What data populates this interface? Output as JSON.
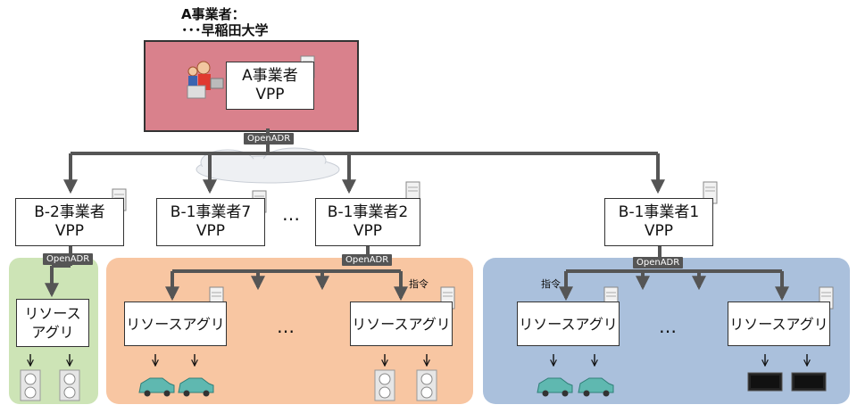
{
  "top": {
    "caption_line1": "A事業者：",
    "caption_line2": "･･･早稲田大学",
    "box_line1": "A事業者",
    "box_line2": "VPP"
  },
  "protocol_label": "OpenADR",
  "aggregators": [
    {
      "line1": "B-2事業者",
      "line2": "VPP"
    },
    {
      "line1": "B-1事業者7",
      "line2": "VPP"
    },
    {
      "line1": "B-1事業者2",
      "line2": "VPP"
    },
    {
      "line1": "B-1事業者1",
      "line2": "VPP"
    }
  ],
  "ellipsis": "…",
  "instruction_label": "指令",
  "resource_aggregator": {
    "single_line": "リソースアグリ",
    "split_line1": "リソース",
    "split_line2": "アグリ"
  },
  "colors": {
    "top_fill": "#d9818c",
    "green_fill": "#cde4b6",
    "orange_fill": "#f8c6a2",
    "blue_fill": "#aac0dc",
    "connector": "#555555"
  },
  "icons": [
    "server-icon",
    "person-at-desk-icon",
    "cloud-icon",
    "air-conditioner-icon",
    "electric-car-icon",
    "battery-storage-icon",
    "down-arrow-icon"
  ]
}
